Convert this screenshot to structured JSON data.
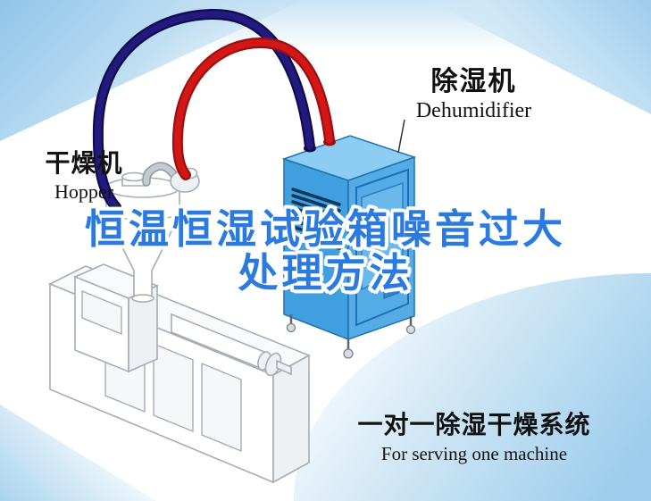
{
  "labels": {
    "dehumidifier_zh": "除湿机",
    "dehumidifier_en": "Dehumidifier",
    "dryer_zh": "干燥机",
    "dryer_en": "Hopper",
    "system_zh": "一对一除湿干燥系统",
    "system_en": "For serving one machine"
  },
  "title": {
    "line1": "恒温恒湿试验箱噪音过大",
    "line2": "处理方法"
  },
  "colors": {
    "title_blue": "#2b7ae0",
    "text_black": "#111111",
    "pipe_red": "#d31717",
    "pipe_red_dark": "#9c0f0f",
    "pipe_navy": "#221a7e",
    "pipe_navy_dark": "#100c4e",
    "cabinet_top": "#8ecdf3",
    "cabinet_left": "#3f9fdf",
    "cabinet_right": "#55abe5",
    "cabinet_door": "#6ab8ec",
    "swoosh_blue": "#9ccdec"
  }
}
